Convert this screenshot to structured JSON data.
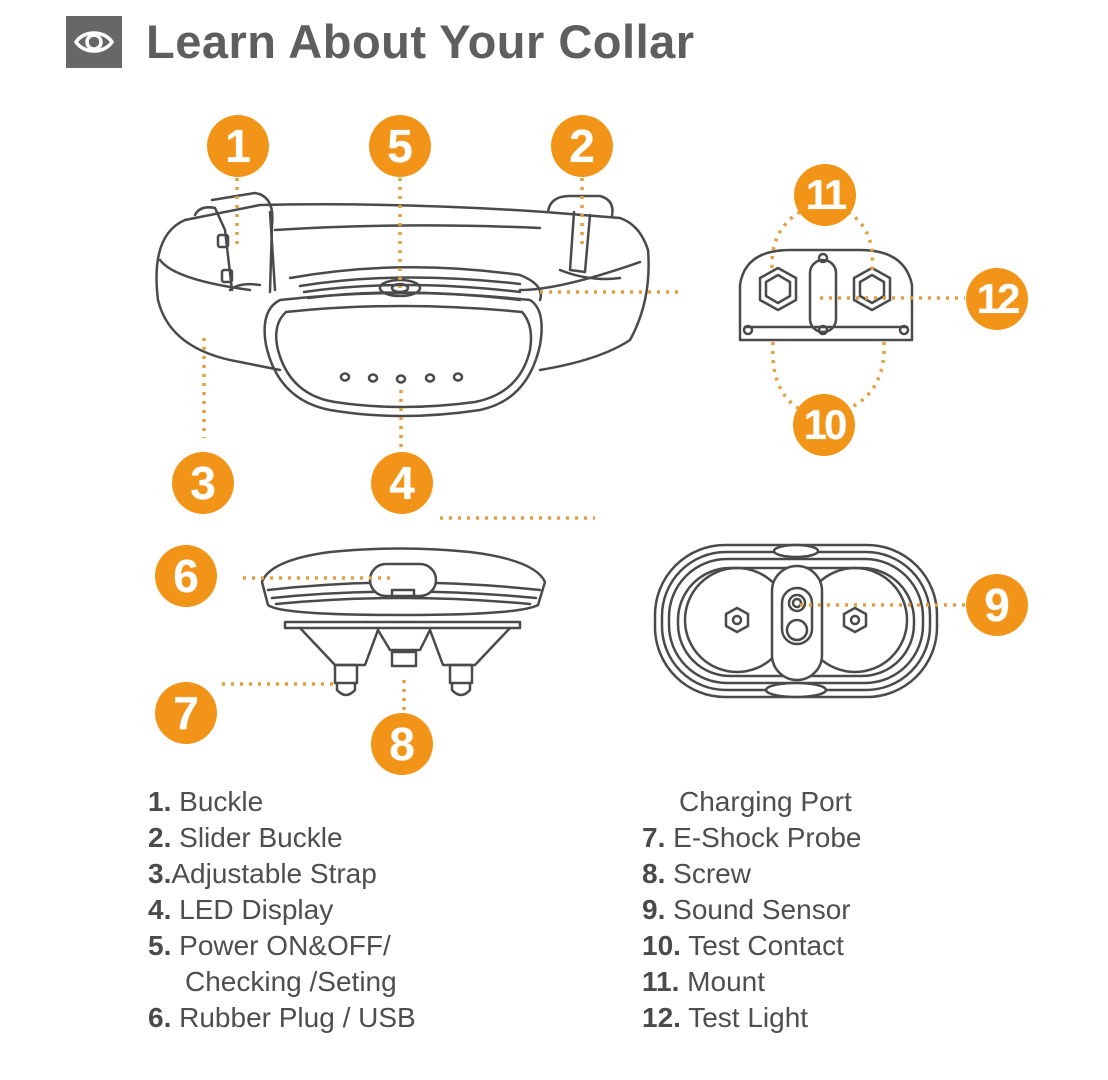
{
  "header": {
    "icon": "eye-icon",
    "title": "Learn About Your Collar"
  },
  "colors": {
    "badge": "#f29418",
    "line": "#4a4a4a",
    "leader": "#e0a040",
    "title": "#5e5e5e",
    "icon_box": "#676767"
  },
  "callouts": [
    {
      "id": "1",
      "label": "1"
    },
    {
      "id": "2",
      "label": "2"
    },
    {
      "id": "3",
      "label": "3"
    },
    {
      "id": "4",
      "label": "4"
    },
    {
      "id": "5",
      "label": "5"
    },
    {
      "id": "6",
      "label": "6"
    },
    {
      "id": "7",
      "label": "7"
    },
    {
      "id": "8",
      "label": "8"
    },
    {
      "id": "9",
      "label": "9"
    },
    {
      "id": "10",
      "label": "10"
    },
    {
      "id": "11",
      "label": "11"
    },
    {
      "id": "12",
      "label": "12"
    }
  ],
  "legend": {
    "left": [
      {
        "num": "1.",
        "text": "Buckle"
      },
      {
        "num": "2.",
        "text": "Slider Buckle"
      },
      {
        "num": "3.",
        "text": "Adjustable Strap"
      },
      {
        "num": "4.",
        "text": "LED Display"
      },
      {
        "num": "5.",
        "text": "Power ON&OFF/",
        "cont": "Checking /Seting"
      },
      {
        "num": "6.",
        "text": "Rubber Plug / USB"
      }
    ],
    "right": [
      {
        "cont": "Charging Port"
      },
      {
        "num": "7.",
        "text": "E-Shock Probe"
      },
      {
        "num": "8.",
        "text": "Screw"
      },
      {
        "num": "9.",
        "text": "Sound Sensor"
      },
      {
        "num": "10.",
        "text": "Test Contact"
      },
      {
        "num": "11.",
        "text": "Mount"
      },
      {
        "num": "12.",
        "text": "Test Light"
      }
    ]
  }
}
